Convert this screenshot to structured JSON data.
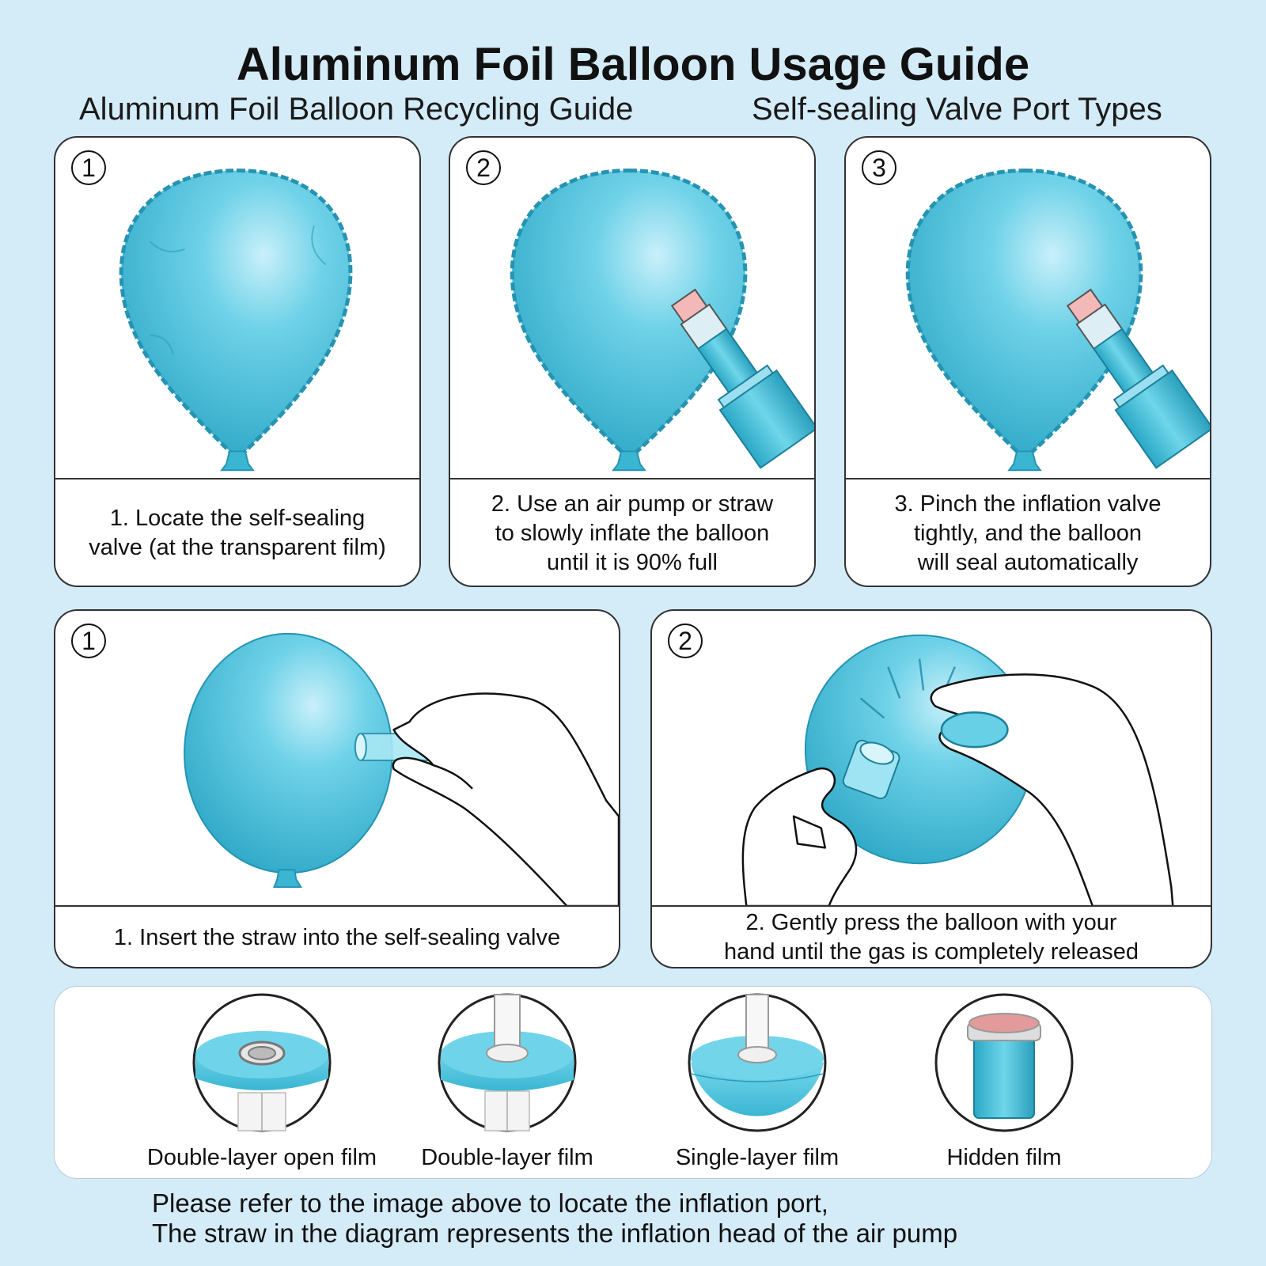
{
  "title": "Aluminum Foil Balloon Usage Guide",
  "subtitles": {
    "left": "Aluminum Foil Balloon Recycling Guide",
    "right": "Self-sealing Valve Port Types"
  },
  "colors": {
    "background": "#d4ebf8",
    "balloon": "#4fc3dc",
    "balloon_dark": "#2a9fbd",
    "valve_tip": "#e39a9a"
  },
  "inflation_steps": [
    {
      "number": "1",
      "caption": "1. Locate the self-sealing\nvalve (at the transparent film)"
    },
    {
      "number": "2",
      "caption": "2. Use an air pump or straw\nto slowly inflate the balloon\nuntil it is 90% full"
    },
    {
      "number": "3",
      "caption": "3. Pinch the inflation valve\ntightly, and the balloon\nwill seal automatically"
    }
  ],
  "deflation_steps": [
    {
      "number": "1",
      "caption": "1. Insert the straw into the self-sealing valve"
    },
    {
      "number": "2",
      "caption": "2. Gently press the balloon with your\nhand until the gas is completely released"
    }
  ],
  "valve_types": [
    {
      "label": "Double-layer open film",
      "icon": "double-layer-open-film-icon"
    },
    {
      "label": "Double-layer film",
      "icon": "double-layer-film-icon"
    },
    {
      "label": "Single-layer film",
      "icon": "single-layer-film-icon"
    },
    {
      "label": "Hidden film",
      "icon": "hidden-film-icon"
    }
  ],
  "notes": {
    "line1": "Please refer to the image above to locate the inflation port,",
    "line2": "The straw in the diagram represents the inflation head of the air pump"
  }
}
